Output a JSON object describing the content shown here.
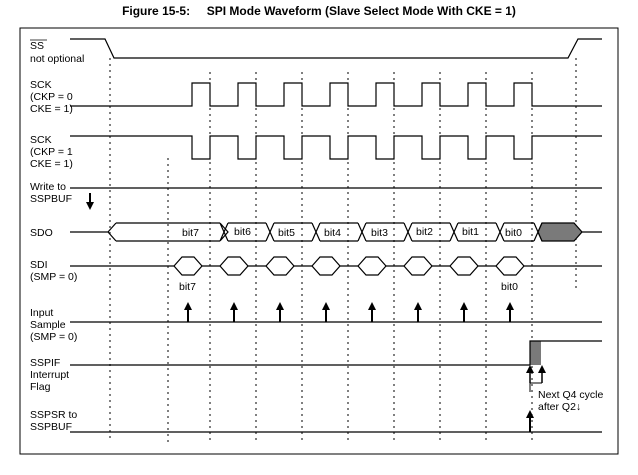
{
  "figure": {
    "number": "Figure 15-5:",
    "caption": "SPI Mode Waveform (Slave Select Mode With CKE = 1)"
  },
  "signals": {
    "ss": {
      "name": "SS",
      "note": "not optional"
    },
    "sck0": {
      "line1": "SCK",
      "line2": "(CKP = 0",
      "line3": "CKE = 1)"
    },
    "sck1": {
      "line1": "SCK",
      "line2": "(CKP = 1",
      "line3": "CKE = 1)"
    },
    "write": {
      "line1": "Write to",
      "line2": "SSPBUF"
    },
    "sdo": {
      "name": "SDO"
    },
    "sdi": {
      "line1": "SDI",
      "line2": "(SMP = 0)"
    },
    "input": {
      "line1": "Input",
      "line2": "Sample",
      "line3": "(SMP = 0)"
    },
    "sspif": {
      "line1": "SSPIF",
      "line2": "Interrupt",
      "line3": "Flag"
    },
    "sspsr": {
      "line1": "SSPSR to",
      "line2": "SSPBUF"
    }
  },
  "sdo_bits": [
    "bit7",
    "bit6",
    "bit5",
    "bit4",
    "bit3",
    "bit2",
    "bit1",
    "bit0"
  ],
  "sdi_labels": {
    "first": "bit7",
    "last": "bit0"
  },
  "annotation": {
    "line1": "Next Q4 cycle",
    "line2": "after Q2↓"
  },
  "colors": {
    "line": "#000000",
    "fill": "#7a7a7a"
  }
}
